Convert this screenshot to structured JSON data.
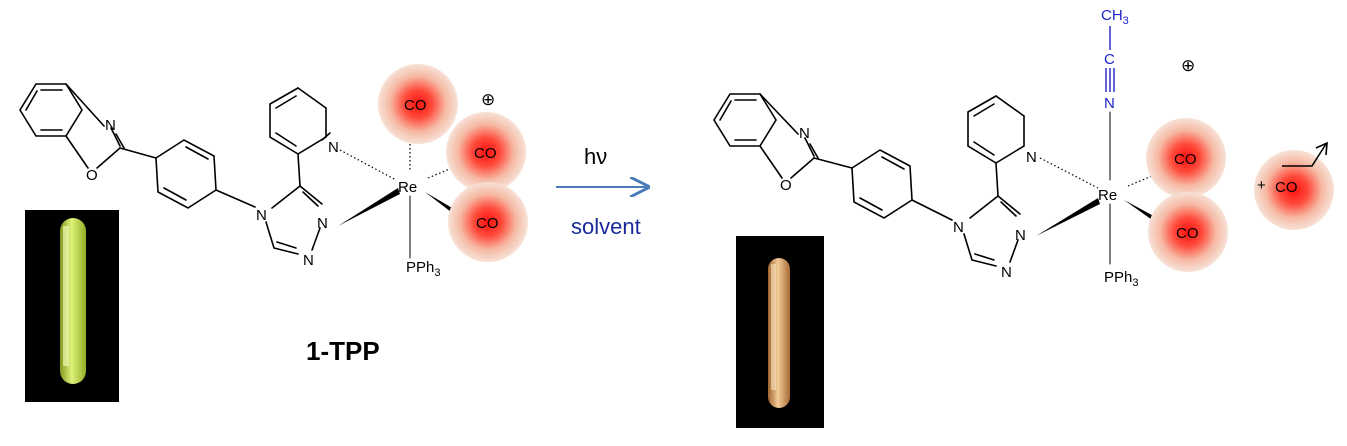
{
  "reactant": {
    "compound_label": "1-TPP",
    "atoms": {
      "n_oxazole": "N",
      "o_oxazole": "O",
      "n_pyridine": "N",
      "n_triazole_4": "N",
      "n_triazole_1": "N",
      "n_triazole_2": "N",
      "metal": "Re"
    },
    "ligands": {
      "co_top": "CO",
      "co_mid": "CO",
      "co_low": "CO",
      "phosphine": "PPh",
      "phosphine_sub": "3"
    },
    "charge": "⊕"
  },
  "arrow": {
    "above": "hν",
    "below": "solvent"
  },
  "product": {
    "atoms": {
      "n_oxazole": "N",
      "o_oxazole": "O",
      "n_pyridine": "N",
      "n_triazole_4": "N",
      "n_triazole_1": "N",
      "n_triazole_2": "N",
      "metal": "Re"
    },
    "acetonitrile": {
      "ch": "CH",
      "ch_sub": "3",
      "c": "C",
      "n": "N"
    },
    "ligands": {
      "co_upper": "CO",
      "co_lower": "CO",
      "phosphine": "PPh",
      "phosphine_sub": "3"
    },
    "charge": "⊕",
    "released": {
      "plus": "+",
      "co": "CO"
    }
  },
  "colors": {
    "co_glow": "#ff1a1a",
    "arrow": "#4a7ab8",
    "solvent_text": "#1a2a9a",
    "acetonitrile": "#1f23c8",
    "tube_green": "#d9f25a",
    "tube_orange": "#f2b070"
  }
}
